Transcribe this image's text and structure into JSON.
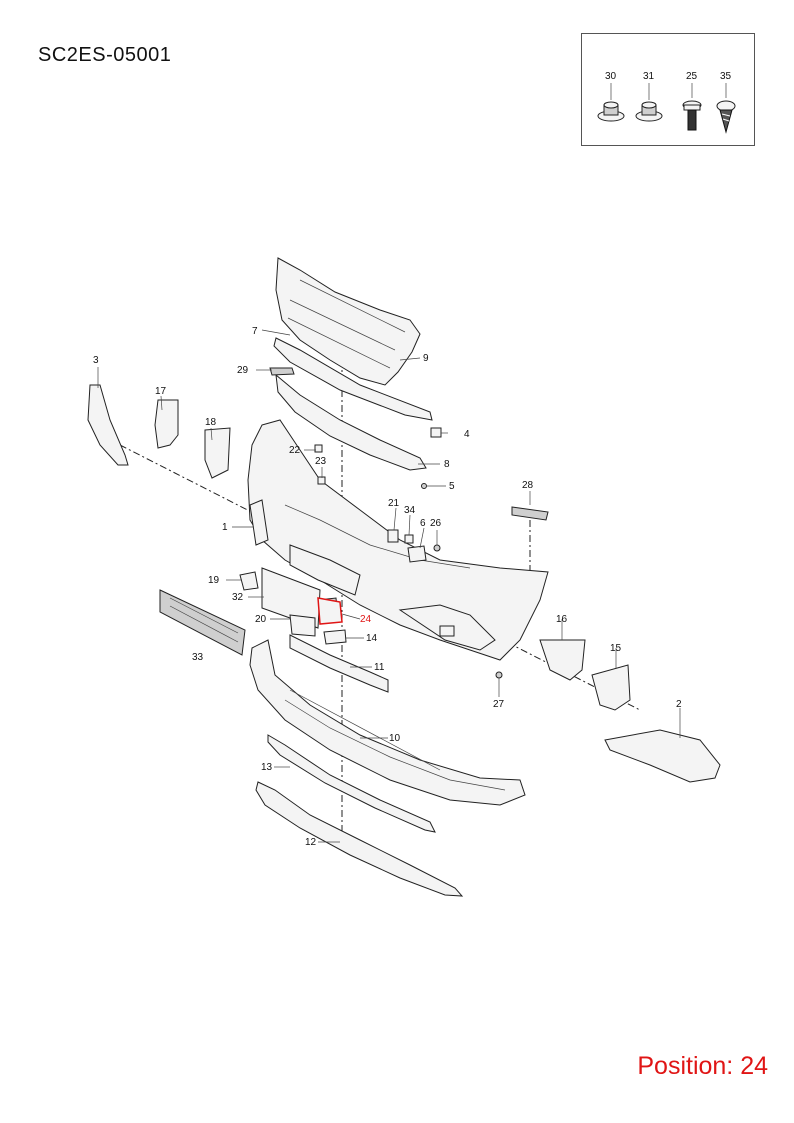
{
  "diagram_code": "SC2ES-05001",
  "position_text": "Position: 24",
  "fasteners": [
    {
      "num": "30",
      "icon": "flange-nut-icon"
    },
    {
      "num": "31",
      "icon": "flange-nut-icon"
    },
    {
      "num": "25",
      "icon": "bolt-icon"
    },
    {
      "num": "35",
      "icon": "screw-icon"
    }
  ],
  "callouts": [
    "1",
    "2",
    "3",
    "4",
    "5",
    "6",
    "7",
    "8",
    "9",
    "10",
    "11",
    "12",
    "13",
    "14",
    "15",
    "16",
    "17",
    "18",
    "19",
    "20",
    "21",
    "22",
    "23",
    "24",
    "26",
    "27",
    "28",
    "29",
    "32",
    "33",
    "34"
  ],
  "colors": {
    "highlight": "#e01515",
    "line": "#222222"
  }
}
